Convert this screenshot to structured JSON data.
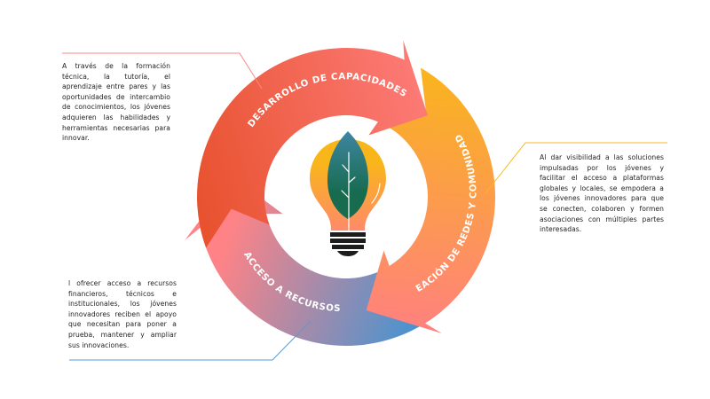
{
  "diagram": {
    "center_icon": "lightbulb-leaf-icon",
    "stages": [
      {
        "id": "capacidades",
        "label": "DESARROLLO DE CAPACIDADES",
        "description": "A través de la formación técnica, la tutoría, el aprendizaje entre pares y las oportunidades de intercambio de conocimientos, los jóvenes adquieren las habilidades y herramientas necesarias para innovar.",
        "colors": [
          "#e8522f",
          "#ff8080"
        ],
        "connector_color": "#f98a8a"
      },
      {
        "id": "redes",
        "label": "CREACIÓN DE REDES Y COMUNIDADES",
        "description": "Al dar visibilidad a las soluciones impulsadas por los jóvenes y facilitar el acceso a plataformas globales y locales, se empodera a los jóvenes innovadores para que se conecten, colaboren y formen asociaciones con múltiples partes interesadas.",
        "colors": [
          "#f9b61a",
          "#ff8080"
        ],
        "connector_color": "#f9b81d"
      },
      {
        "id": "recursos",
        "label": "ACCESO A RECURSOS",
        "description": "l ofrecer  acceso a recursos financieros, técnicos e institucionales, los jóvenes innovadores reciben el apoyo que necesitan para poner a prueba, mantener y ampliar sus innovaciones.",
        "colors": [
          "#ff8386",
          "#4a93cf"
        ],
        "connector_color": "#5a9bd5"
      }
    ],
    "bulb_colors": {
      "glass_top": "#f9b61a",
      "glass_bottom": "#ff8a6a",
      "leaf_top": "#3f86a3",
      "leaf_bottom": "#176b4f",
      "base": "#1d1d1d"
    }
  }
}
